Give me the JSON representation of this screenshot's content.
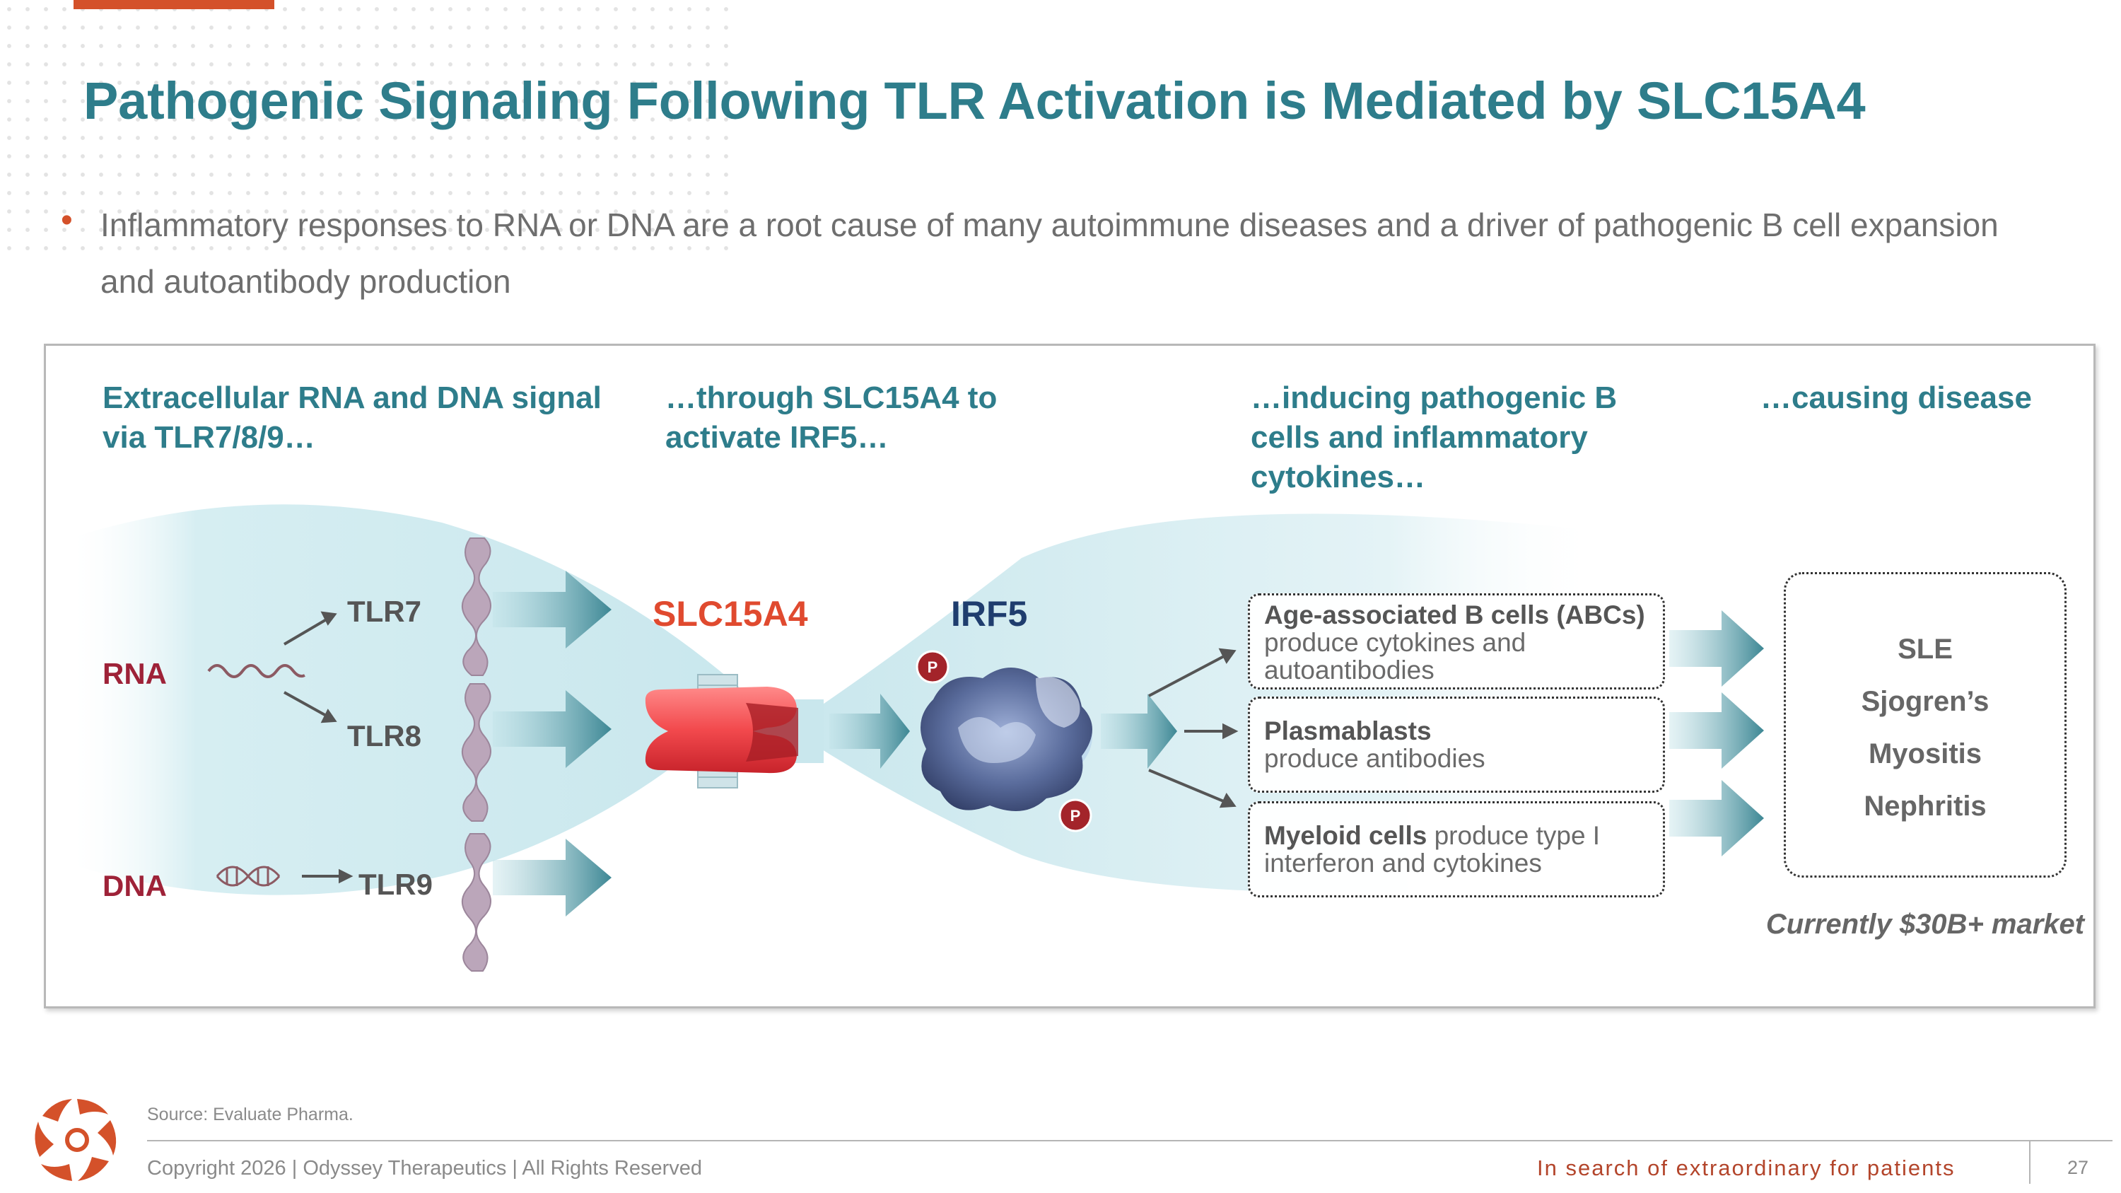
{
  "title": "Pathogenic Signaling Following TLR Activation is Mediated by SLC15A4",
  "bullet": "Inflammatory responses to RNA or DNA are a root cause of many autoimmune diseases and a driver of pathogenic B cell expansion and autoantibody production",
  "columns": {
    "col1": "Extracellular RNA and DNA signal via TLR7/8/9…",
    "col2": "…through SLC15A4 to activate IRF5…",
    "col3": "…inducing pathogenic B cells and inflammatory cytokines…",
    "col4": "…causing disease"
  },
  "diagram": {
    "rna": "RNA",
    "dna": "DNA",
    "tlr7": "TLR7",
    "tlr8": "TLR8",
    "tlr9": "TLR9",
    "slc15a4": "SLC15A4",
    "irf5": "IRF5",
    "phospho": "P",
    "colors": {
      "teal": "#2e7d8b",
      "red_label": "#9e2238",
      "slc_label": "#e04a2f",
      "irf_label": "#1f3d6e",
      "phospho": "#a3242a"
    }
  },
  "cells": [
    {
      "bold": "Age-associated B cells (ABCs)",
      "rest": "produce cytokines and autoantibodies"
    },
    {
      "bold": "Plasmablasts",
      "rest": "produce antibodies"
    },
    {
      "bold": "Myeloid cells",
      "rest": " produce type I interferon and cytokines"
    }
  ],
  "diseases": [
    "SLE",
    "Sjogren’s",
    "Myositis",
    "Nephritis"
  ],
  "market": "Currently $30B+ market",
  "footer": {
    "source": "Source: Evaluate Pharma.",
    "copyright": "Copyright 2026  |  Odyssey Therapeutics  |  All Rights Reserved",
    "tagline": "In search of extraordinary for patients",
    "page": "27"
  }
}
